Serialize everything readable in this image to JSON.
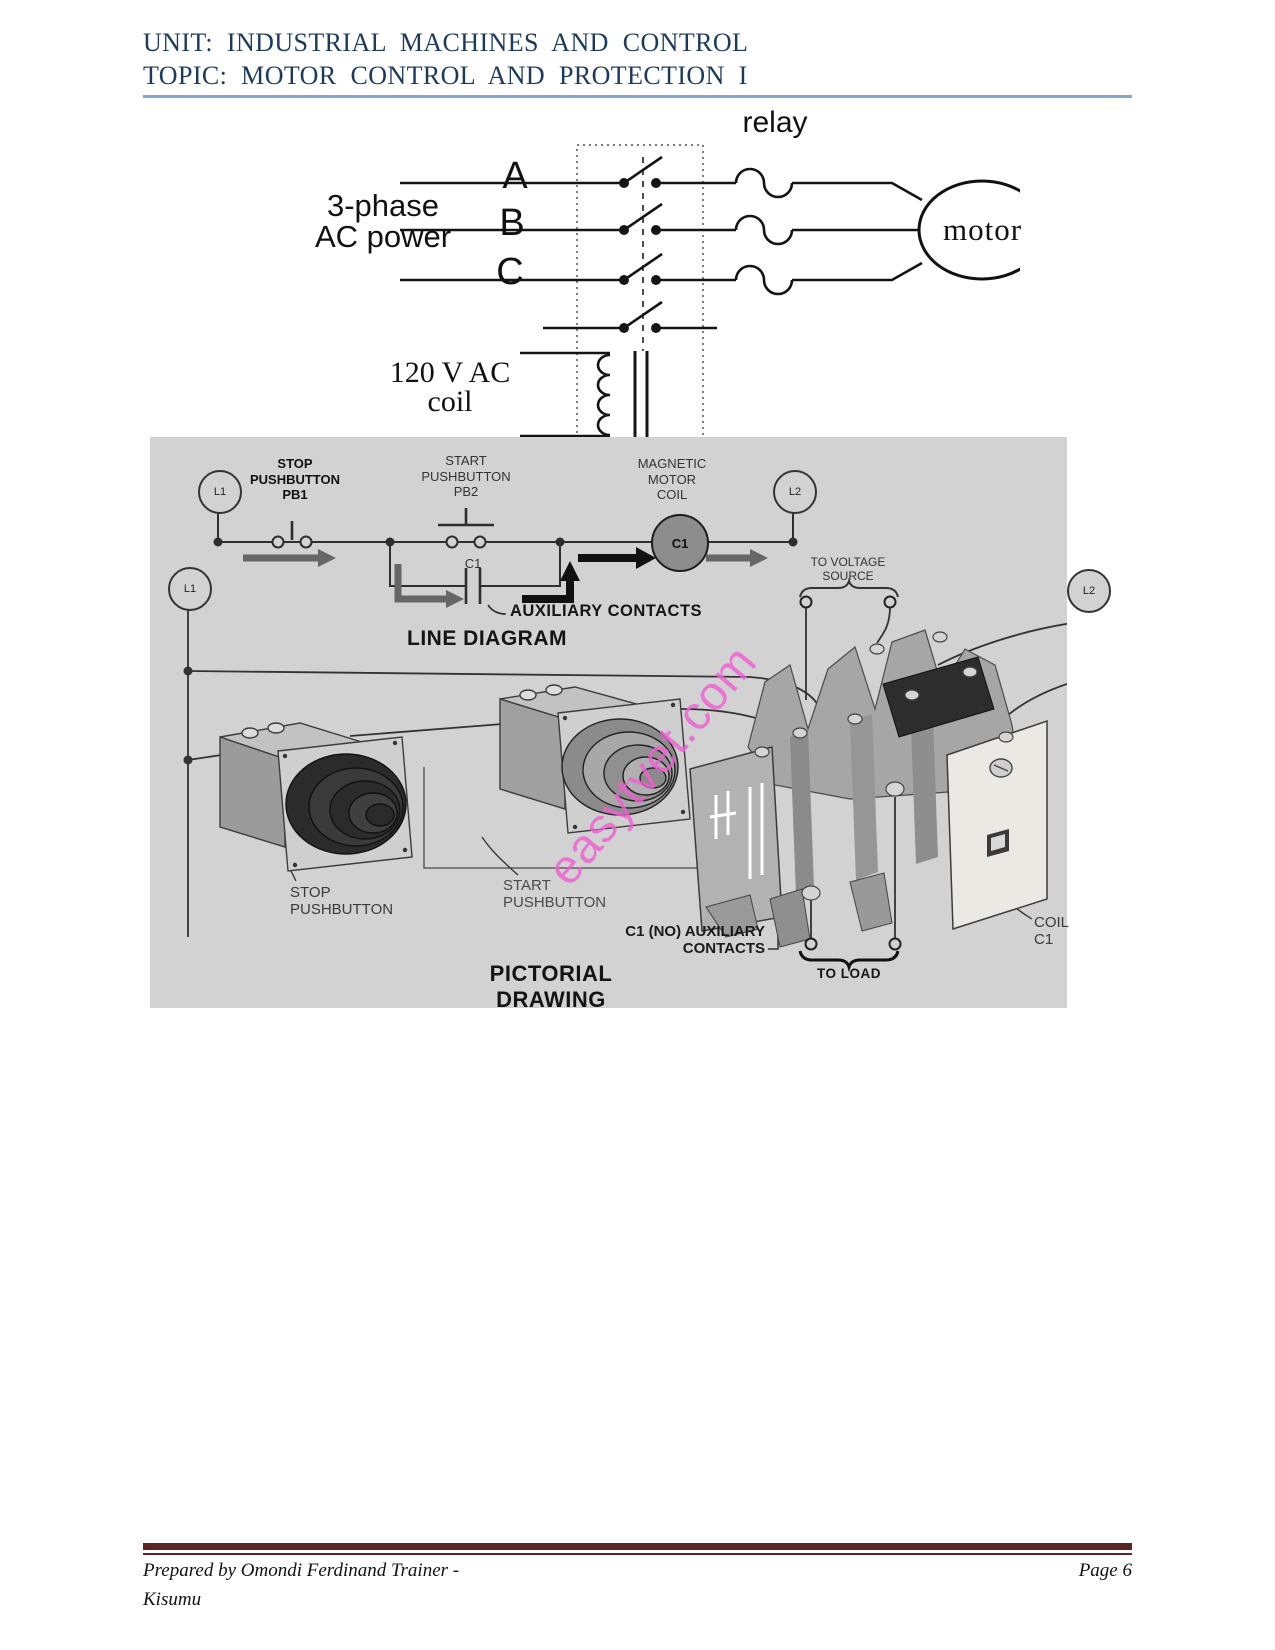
{
  "header": {
    "unit_line": "UNIT:  INDUSTRIAL  MACHINES  AND  CONTROL",
    "topic_line": "TOPIC:  MOTOR  CONTROL  AND  PROTECTION  I"
  },
  "relay_figure": {
    "relay_label": "relay",
    "source_line1": "3-phase",
    "source_line2": "AC power",
    "phase_a": "A",
    "phase_b": "B",
    "phase_c": "C",
    "motor_label": "motor",
    "coil_line1": "120 V AC",
    "coil_line2": "coil"
  },
  "starter": {
    "line_diagram": {
      "l1": "L1",
      "l2": "L2",
      "stop_line1": "STOP",
      "stop_line2": "PUSHBUTTON",
      "stop_line3": "PB1",
      "start_line1": "START",
      "start_line2": "PUSHBUTTON",
      "start_line3": "PB2",
      "coil_line1": "MAGNETIC",
      "coil_line2": "MOTOR",
      "coil_line3": "COIL",
      "coil_ref": "C1",
      "aux_ref": "C1",
      "aux_label": "AUXILIARY CONTACTS",
      "title": "LINE DIAGRAM"
    },
    "pictorial": {
      "l1": "L1",
      "l2": "L2",
      "tvs_line1": "TO VOLTAGE",
      "tvs_line2": "SOURCE",
      "stop_line1": "STOP",
      "stop_line2": "PUSHBUTTON",
      "start_line1": "START",
      "start_line2": "PUSHBUTTON",
      "aux_line1": "C1 (NO) AUXILIARY",
      "aux_line2": "CONTACTS",
      "to_load": "TO LOAD",
      "coil_line1": "COIL",
      "coil_line2": "C1",
      "title": "PICTORIAL DRAWING"
    },
    "watermark": "easytvet.com"
  },
  "footer": {
    "prepared_line1": "Prepared by Omondi Ferdinand Trainer -",
    "prepared_line2": "Kisumu",
    "page_label": "Page 6"
  },
  "colors": {
    "header_text": "#1c3a5e",
    "header_rule": "#84a7cb",
    "panel_bg": "#d2d2d2",
    "coil_circle": "#8d8d8d",
    "footer_rule": "#5a2524",
    "watermark": "#ee5fd1"
  }
}
